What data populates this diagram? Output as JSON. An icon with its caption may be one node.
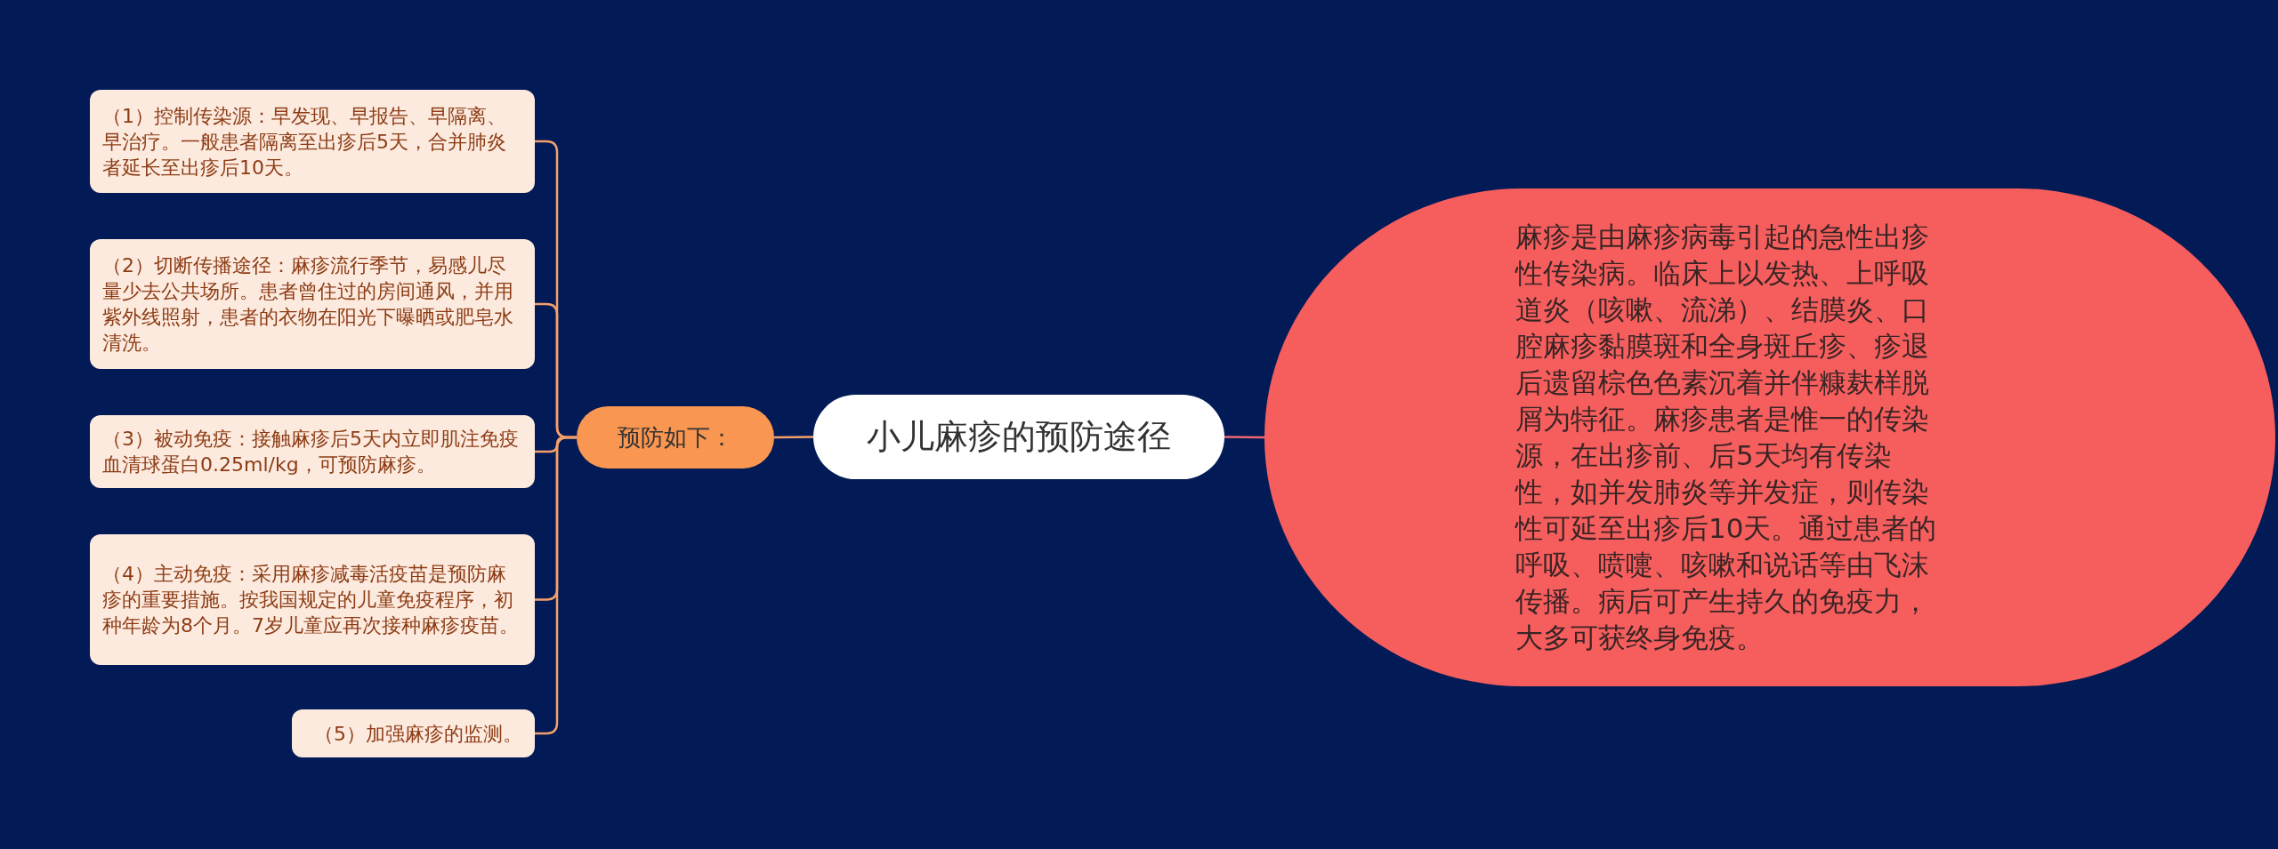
{
  "diagram": {
    "nodes": [
      {
        "text": [
          "小儿麻疹的预防途径"
        ]
      },
      {
        "text": [
          "预防如下："
        ]
      },
      {
        "text": [
          "（1）控制传染源：早发现、早报告、早隔离、早治疗。一般患者隔离至出疹后5天，合并肺炎者延长至出疹后10天。"
        ]
      },
      {
        "text": [
          "（2）切断传播途径：麻疹流行季节，易感儿尽量少去公共场所。患者曾住过的房间通风，并用紫外线照射，患者的衣物在阳光下曝晒或肥皂水清洗。"
        ]
      },
      {
        "text": [
          "（3）被动免疫：接触麻疹后5天内立即肌注免疫血清球蛋白0.25ml/kg，可预防麻疹。"
        ]
      },
      {
        "text": [
          "（4）主动免疫：采用麻疹减毒活疫苗是预防麻疹的重要措施。按我国规定的儿童免疫程序，初种年龄为8个月。7岁儿童应再次接种麻疹疫苗。"
        ]
      },
      {
        "text": [
          "（5）加强麻疹的监测。"
        ]
      },
      {
        "text": [
          "麻疹是由麻疹病毒引起的急性出疹性传染病。临床上以发热、上呼吸道炎（咳嗽、流涕）、结膜炎、口腔麻疹黏膜斑和全身斑丘疹、疹退后遗留棕色色素沉着并伴糠麸样脱屑为特征。麻疹患者是惟一的传染源，在出疹前、后5天均有传染性，如并发肺炎等并发症，则传染性可延至出疹后10天。通过患者的呼吸、喷嚏、咳嗽和说话等由飞沫传播。病后可产生持久的免疫力，大多可获终身免疫。"
        ]
      }
    ],
    "edges": [
      {
        "from": 0,
        "to": 1,
        "arrow": "none"
      },
      {
        "from": 1,
        "to": 2,
        "arrow": "none"
      },
      {
        "from": 1,
        "to": 3,
        "arrow": "none"
      },
      {
        "from": 1,
        "to": 4,
        "arrow": "none"
      },
      {
        "from": 1,
        "to": 5,
        "arrow": "none"
      },
      {
        "from": 1,
        "to": 6,
        "arrow": "none"
      },
      {
        "from": 0,
        "to": 7,
        "arrow": "none",
        "color": "#ee6670"
      }
    ]
  }
}
